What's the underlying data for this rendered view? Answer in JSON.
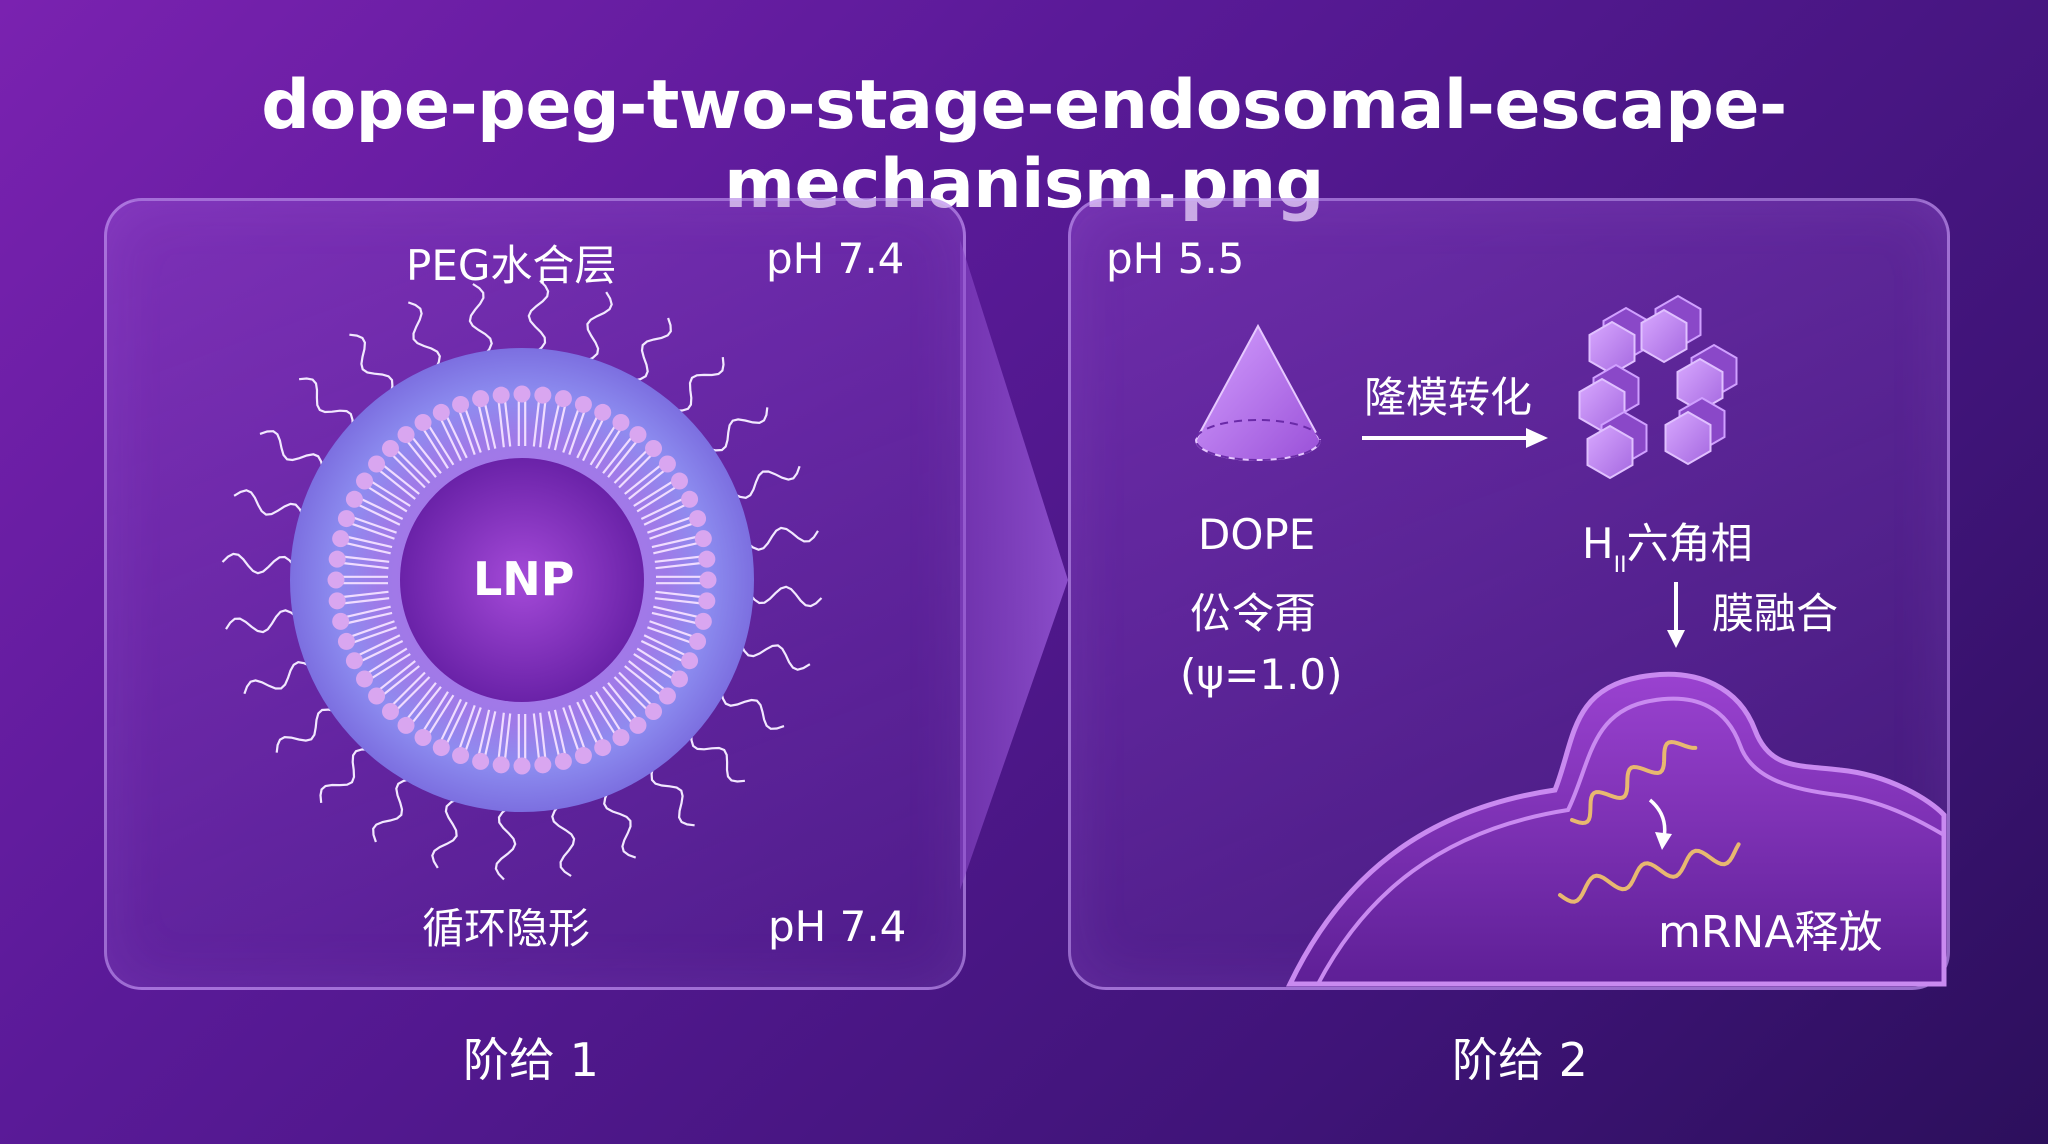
{
  "title": "dope-peg-two-stage-endosomal-escape-mechanism.png",
  "stage1": {
    "label": "阶给 1",
    "peg_layer": "PEG水合层",
    "ph_top": "pH 7.4",
    "ph_bottom": "pH 7.4",
    "core": "LNP",
    "caption": "循环隐形"
  },
  "stage2": {
    "label": "阶给 2",
    "ph": "pH 5.5",
    "transition": "隆模转化",
    "dope_name": "DOPE",
    "dope_shape": "伀令甭",
    "dope_param": "(ψ=1.0)",
    "hexagonal_h": "H",
    "hexagonal_sub": "II",
    "hexagonal_rest": "六角相",
    "fusion": "膜融合",
    "release": "mRNA释放"
  },
  "colors": {
    "bg_top": "#7a22b0",
    "bg_bottom": "#2c0f5c",
    "lipid_head": "#d9a6f0",
    "peg_strand": "#f2e8ff",
    "mrna": "#e8b870",
    "hex_prism": "#b878e8"
  }
}
